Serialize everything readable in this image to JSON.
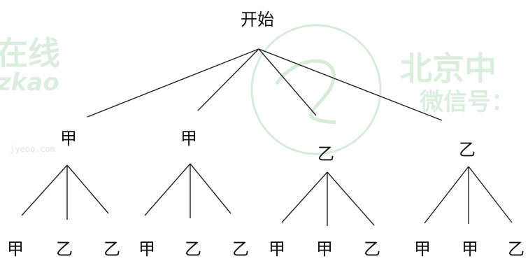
{
  "tree": {
    "root": "开始",
    "level1": [
      "甲",
      "甲",
      "乙",
      "乙"
    ],
    "level2": [
      [
        "甲",
        "乙",
        "乙"
      ],
      [
        "甲",
        "乙",
        "乙"
      ],
      [
        "甲",
        "甲",
        "乙"
      ],
      [
        "甲",
        "甲",
        "乙"
      ]
    ]
  },
  "watermarks": {
    "left_line1": "在线",
    "left_line2": "zkao",
    "right_line1": "北京中",
    "right_line2": "微信号：",
    "small": "jyeoo.com"
  },
  "colors": {
    "line": "#222222",
    "text": "#111111",
    "watermark": "#cfe8d2"
  }
}
